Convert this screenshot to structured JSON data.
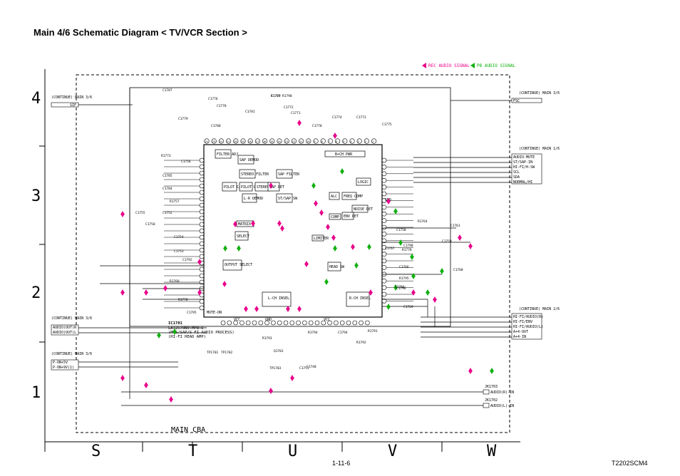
{
  "page": {
    "title": "Main 4/6 Schematic Diagram  < TV/VCR Section >",
    "page_number": "1-11-6",
    "drawing_code": "T2202SCM4"
  },
  "legend": {
    "rec": "REC AUDIO SIGNAL",
    "pb": "PB AUDIO SIGNAL",
    "rec_color": "#e8008a",
    "pb_color": "#10b010"
  },
  "grid": {
    "rows": [
      "4",
      "3",
      "2",
      "1"
    ],
    "columns": [
      "S",
      "T",
      "U",
      "V",
      "W"
    ]
  },
  "board": {
    "label": "MAIN CBA"
  },
  "ic": {
    "ref": "IC1701",
    "lines": [
      "LA72570NV-MPB-E",
      "(MTS/SAP/S-FI AUDIO PROCESS)",
      "(HI-FI HEAD AMP)"
    ],
    "top_pins": [
      "24",
      "23",
      "22",
      "21",
      "20",
      "19",
      "18",
      "17",
      "16",
      "15",
      "14",
      "13",
      "12",
      "11",
      "10",
      "9",
      "8",
      "7",
      "6",
      "5",
      "4",
      "3",
      "2",
      "1"
    ],
    "blocks": [
      "FILTER ADJ",
      "SAP DEMOD",
      "STEREO FILTER",
      "SAP FILTER",
      "PILOT CANCEL",
      "PILOT DET",
      "STEREO DET",
      "SAP DET",
      "L-R DEMOD",
      "ST/SAP SW",
      "MATRIX",
      "SELECT",
      "OUTPUT SELECT",
      "L-CH INSEL",
      "R-CH INSEL",
      "B+CH PWR",
      "LOGIC",
      "NOISE DET",
      "COMP",
      "FREQ COMP",
      "ALC",
      "ENV DET",
      "HEAD SW",
      "LIMITER",
      "MUTE-ON"
    ],
    "side_labels": [
      "VCC",
      "GND",
      "VCC",
      "GND"
    ]
  },
  "connectors": {
    "left_top": {
      "title": "(CONTINUE) MAIN 3/6",
      "signals": [
        "SIF"
      ]
    },
    "left_mid": {
      "title": "(CONTINUE) MAIN 3/6",
      "signals": [
        "AUDIO(OUT)R",
        "AUDIO(OUT)L"
      ]
    },
    "left_bot": {
      "title": "(CONTINUE) MAIN 3/6",
      "signals": [
        "P-ON+5V",
        "P-ON+9V(1)"
      ]
    },
    "right_top": {
      "title": "(CONTINUE) MAIN 3/6",
      "signals": [
        "FSC"
      ]
    },
    "right_mid": {
      "title": "(CONTINUE) MAIN 1/6",
      "signals": [
        "AUDIO-MUTE",
        "ST/SAP-IN",
        "HI-FI/H-SW",
        "SCL",
        "SDA",
        "NORMAL/HI"
      ]
    },
    "right_low": {
      "title": "(CONTINUE) MAIN 2/6",
      "signals": [
        "HI-FI/AUDIO(R)",
        "HI-FI/ENV",
        "HI-FI/AUDIO(L)",
        "A+4-OUT",
        "A+4-IN"
      ]
    },
    "jacks": [
      {
        "ref": "JK1703",
        "label": "AUDIO(R)-IN"
      },
      {
        "ref": "JK1702",
        "label": "AUDIO(L)-IN"
      }
    ]
  },
  "components": [
    "C1787",
    "C1776",
    "C1778",
    "C1779",
    "C1780",
    "C1781",
    "C1777",
    "C1772",
    "C1771",
    "C1774",
    "C1773",
    "C1770",
    "C1775",
    "R1789",
    "R1790",
    "R1773",
    "C1756",
    "C1785",
    "C1784",
    "R1757",
    "C1752",
    "C1755",
    "C1758",
    "C1754",
    "C1753",
    "C1792",
    "R1768",
    "R1770",
    "C1795",
    "R1794",
    "C1794",
    "R1791",
    "R1792",
    "Q1701",
    "R1793",
    "TP1701",
    "TP1702",
    "TP1703",
    "C1751",
    "C1750",
    "C1798",
    "R1764",
    "C1766",
    "R1795",
    "C1796",
    "C1761",
    "C1759",
    "C1760",
    "C1769",
    "R1778",
    "C1767",
    "C1766",
    "C1740"
  ]
}
